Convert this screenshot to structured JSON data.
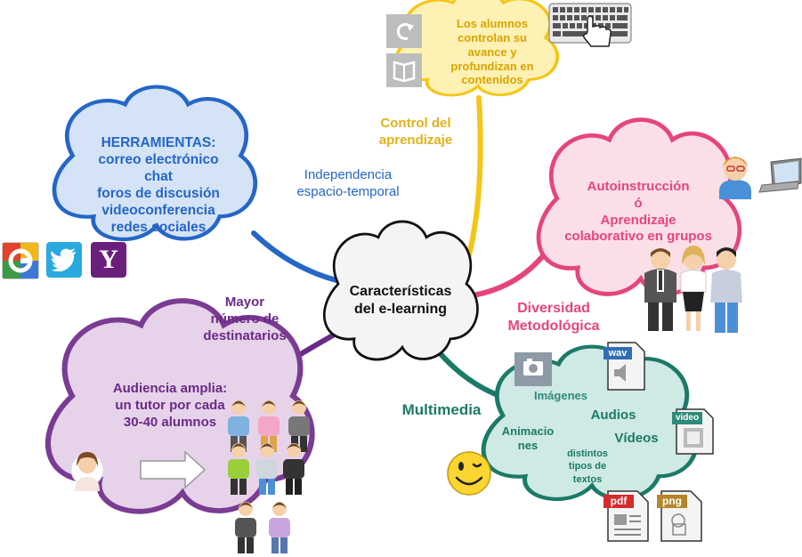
{
  "center": {
    "line1": "Características",
    "line2": "del e-learning"
  },
  "herramientas": {
    "lines": [
      "HERRAMIENTAS:",
      "correo electrónico",
      "chat",
      "foros de discusión",
      "videoconferencia",
      "redes sociales"
    ],
    "branch_lines": [
      "Independencia",
      "espacio-temporal"
    ],
    "social_icons": [
      "google-icon",
      "twitter-icon",
      "yahoo-icon"
    ],
    "yahoo_letter": "Y"
  },
  "control": {
    "cloud_lines": [
      "Los alumnos",
      "controlan su",
      "avance y",
      "profundizan en",
      "contenidos"
    ],
    "branch_lines": [
      "Control del",
      "aprendizaje"
    ]
  },
  "metodologia": {
    "cloud_lines": [
      "Autoinstrucción",
      "ó",
      "Aprendizaje",
      "colaborativo en grupos"
    ],
    "branch_lines": [
      "Diversidad",
      "Metodológica"
    ]
  },
  "audiencia": {
    "cloud_lines": [
      "Audiencia amplia:",
      "un tutor por cada",
      "30-40 alumnos"
    ],
    "branch_lines": [
      "Mayor",
      "número de",
      "destinatarios"
    ]
  },
  "multimedia": {
    "branch_label": "Multimedia",
    "imagenes": "Imágenes",
    "audios": "Audios",
    "videos": "Vídeos",
    "animaciones": [
      "Animacio",
      "nes"
    ],
    "textos": [
      "distintos",
      "tipos de",
      "textos"
    ],
    "file_tags": {
      "wav": "wav",
      "video": "video",
      "pdf": "pdf",
      "png": "png"
    }
  },
  "colors": {
    "blue": "#2566c7",
    "blue_fill": "#d4e3f6",
    "yellow": "#f5c518",
    "yellow_fill": "#fdf1b4",
    "pink": "#e5457d",
    "pink_fill": "#fbdfe6",
    "purple": "#7a3c93",
    "purple_fill": "#e6d3ea",
    "teal": "#1b7a67",
    "teal_fill": "#cfe9e5"
  }
}
